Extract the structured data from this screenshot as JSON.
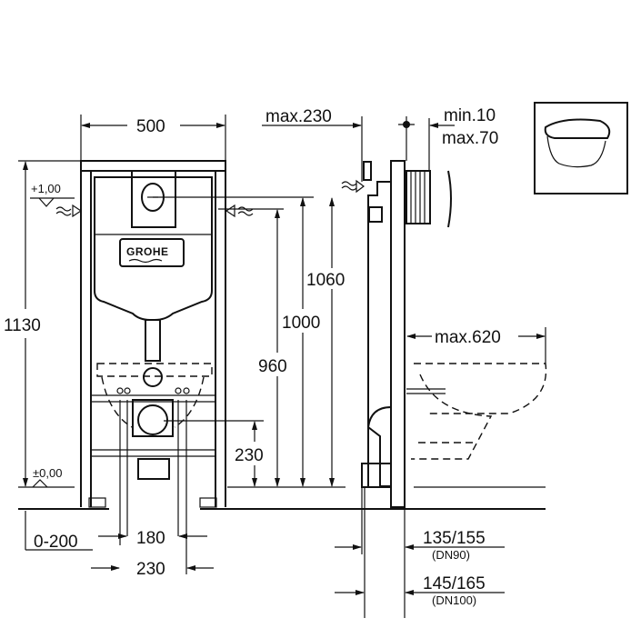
{
  "brand_logo": "GROHE",
  "front_view": {
    "width_label": "500",
    "height_label": "1130",
    "level_top": "+1,00",
    "level_floor": "±0,00",
    "floor_adjust": "0-200",
    "bolt_inner": "180",
    "bolt_outer": "230",
    "outlet_height": "230",
    "h960": "960",
    "h1000": "1000",
    "h1060": "1060"
  },
  "side_view": {
    "max_depth": "max.230",
    "plate_min": "min.10",
    "plate_max": "max.70",
    "bowl_max": "max.620",
    "pipe_dn90": "135/155",
    "pipe_dn90_note": "(DN90)",
    "pipe_dn100": "145/165",
    "pipe_dn100_note": "(DN100)"
  }
}
